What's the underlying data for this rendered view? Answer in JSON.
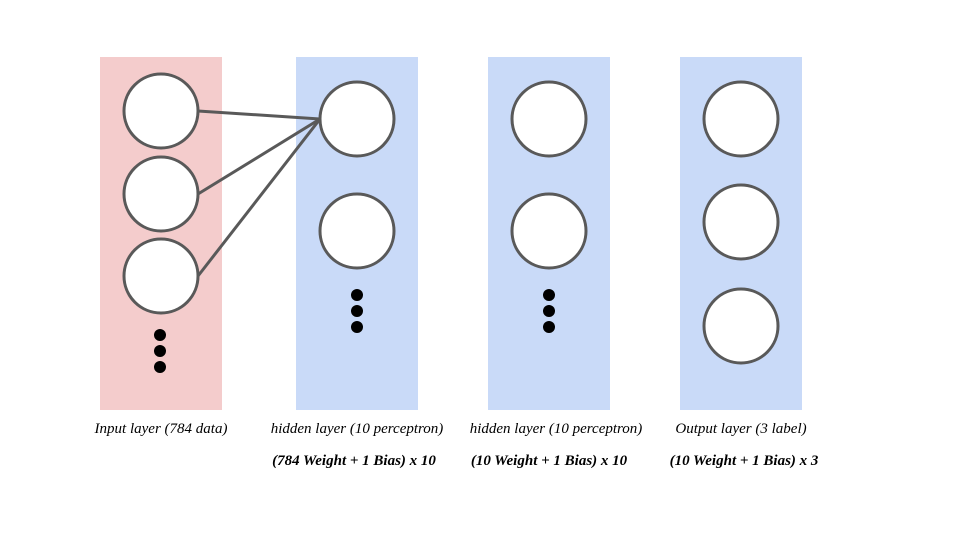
{
  "colors": {
    "input_fill": "#f4cccc",
    "hidden_fill": "#c9daf8",
    "node_fill": "#ffffff",
    "node_stroke": "#595959",
    "dot_fill": "#000000"
  },
  "layers": [
    {
      "label": "Input layer (784 data)",
      "params": "",
      "kind": "input"
    },
    {
      "label": "hidden layer (10 perceptron)",
      "params": "(784 Weight + 1 Bias) x 10",
      "kind": "hidden"
    },
    {
      "label": "hidden layer (10 perceptron)",
      "params": "(10 Weight + 1 Bias) x 10",
      "kind": "hidden"
    },
    {
      "label": "Output layer (3 label)",
      "params": "(10 Weight + 1 Bias) x 3",
      "kind": "output"
    }
  ]
}
